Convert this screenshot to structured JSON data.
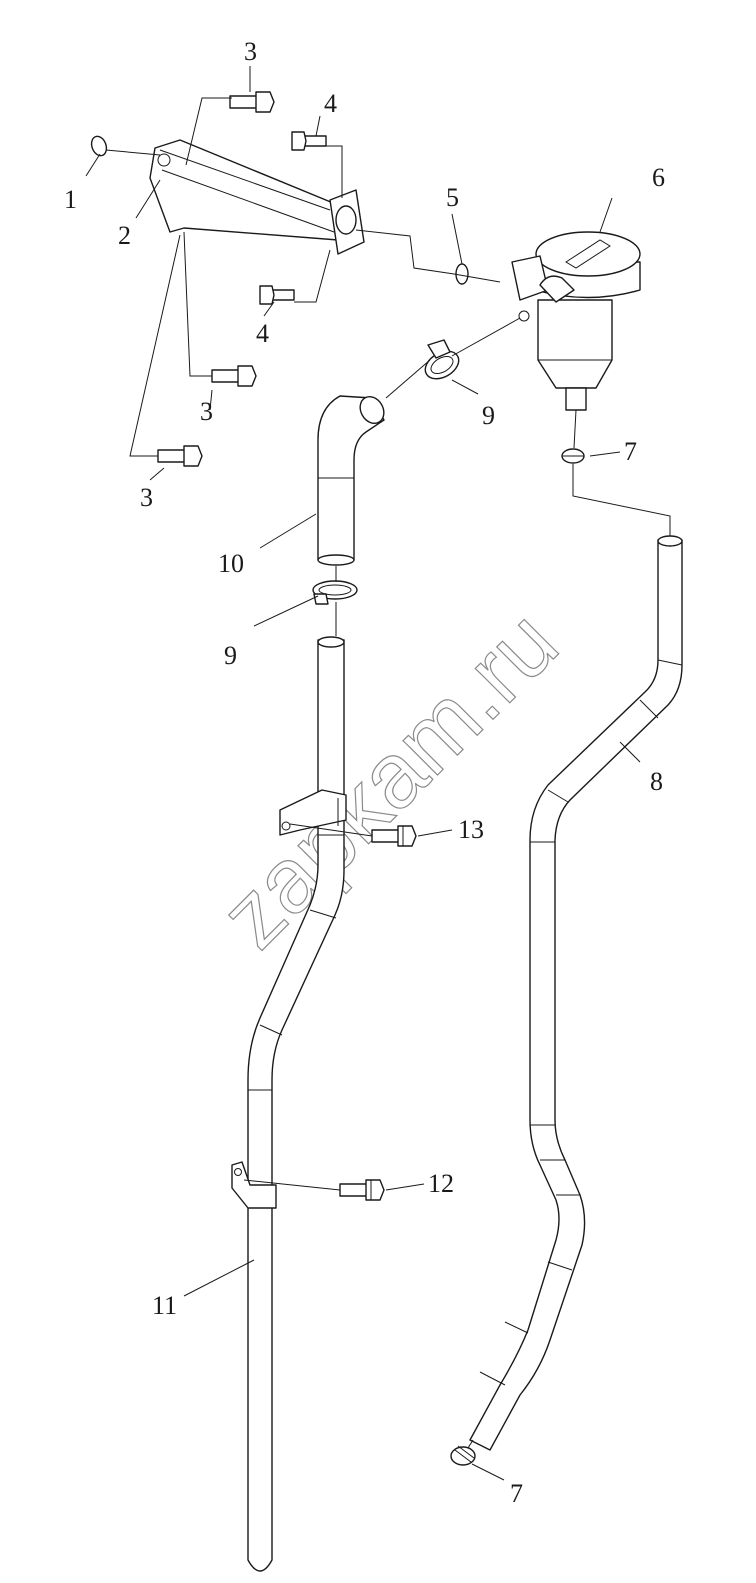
{
  "callouts": [
    {
      "id": "c1",
      "text": "1"
    },
    {
      "id": "c2",
      "text": "2"
    },
    {
      "id": "c3a",
      "text": "3"
    },
    {
      "id": "c4a",
      "text": "4"
    },
    {
      "id": "c5",
      "text": "5"
    },
    {
      "id": "c6",
      "text": "6"
    },
    {
      "id": "c4b",
      "text": "4"
    },
    {
      "id": "c3b",
      "text": "3"
    },
    {
      "id": "c9a",
      "text": "9"
    },
    {
      "id": "c7a",
      "text": "7"
    },
    {
      "id": "c3c",
      "text": "3"
    },
    {
      "id": "c10",
      "text": "10"
    },
    {
      "id": "c9b",
      "text": "9"
    },
    {
      "id": "c8",
      "text": "8"
    },
    {
      "id": "c13",
      "text": "13"
    },
    {
      "id": "c12",
      "text": "12"
    },
    {
      "id": "c11",
      "text": "11"
    },
    {
      "id": "c7b",
      "text": "7"
    }
  ],
  "watermark": "zapkam.ru",
  "colors": {
    "line": "#1a1a1a",
    "watermark": "#8a8a8a",
    "background": "#ffffff"
  }
}
